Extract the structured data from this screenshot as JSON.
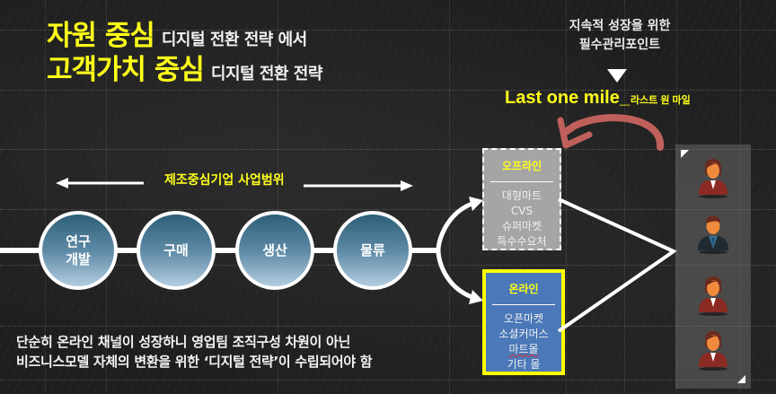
{
  "headline": {
    "line1": {
      "emphasis": "자원 중심",
      "rest": "디지털 전환 전략 에서"
    },
    "line2": {
      "emphasis": "고객가치 중심",
      "rest": "디지털 전환 전략"
    }
  },
  "key_point": {
    "line1": "지속적 성장을 위한",
    "line2": "필수관리포인트",
    "arrow_icon": "down-triangle-icon",
    "last_mile_en": "Last one mile_",
    "last_mile_ko": "라스트 원 마일"
  },
  "value_chain": {
    "scope_label": "제조중심기업 사업범위",
    "nodes": [
      {
        "line1": "연구",
        "line2": "개발"
      },
      {
        "line1": "구매",
        "line2": ""
      },
      {
        "line1": "생산",
        "line2": ""
      },
      {
        "line1": "물류",
        "line2": ""
      }
    ]
  },
  "channels": {
    "offline": {
      "title": "오프라인",
      "items": [
        "대형마트",
        "CVS",
        "슈퍼마켓",
        "특수수요처"
      ]
    },
    "online": {
      "title": "온라인",
      "items": [
        "오픈마켓",
        "소셜커머스",
        "마트몰",
        "기타 몰"
      ]
    }
  },
  "customers": [
    {
      "type": "female",
      "icon": "female-customer-icon"
    },
    {
      "type": "male",
      "icon": "male-customer-icon"
    },
    {
      "type": "female",
      "icon": "female-customer-icon"
    },
    {
      "type": "female",
      "icon": "female-customer-icon"
    }
  ],
  "conclusion": {
    "line1": "단순히 온라인 채널이 성장하니 영업팀 조직구성 차원이 아닌",
    "line2": "비즈니스모델 자체의 변환을 위한 ‘디지털 전략’이 수립되어야 함"
  },
  "colors": {
    "background": "#1e1e1e",
    "highlight_yellow": "#ffff1a",
    "offline_box": "#a5a5a5",
    "online_box": "#4a78b8",
    "online_border": "#ffff00",
    "curved_arrow": "#c0605c",
    "node_top": "#2d5f78",
    "node_bottom": "#b3cde0"
  }
}
